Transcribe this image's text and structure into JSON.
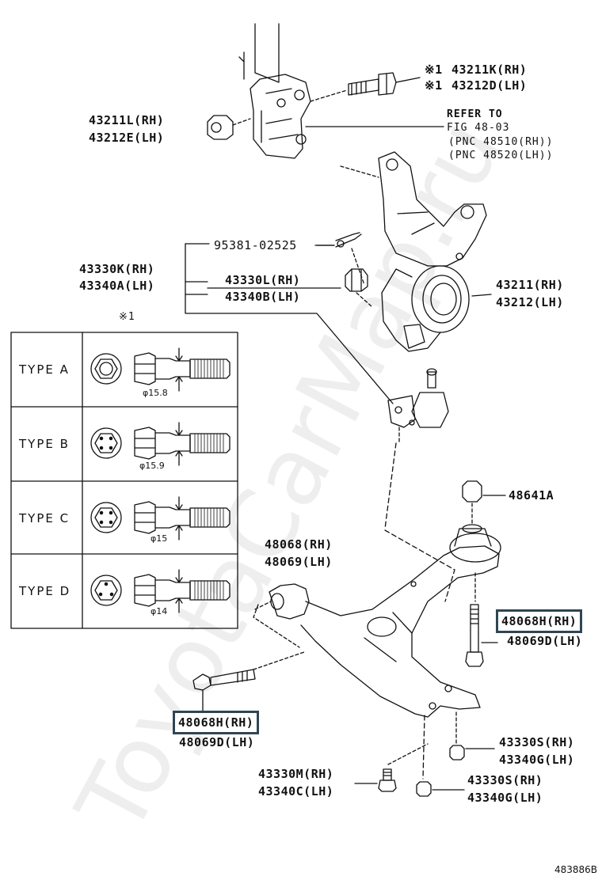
{
  "labels": {
    "nut_43211L": [
      "43211L(RH)",
      "43212E(LH)"
    ],
    "bolt_43211K": [
      "43211K(RH)",
      "43212D(LH)"
    ],
    "bolt_mark": "※1",
    "refer": [
      "REFER TO",
      "FIG 48-03",
      "(PNC 48510(RH))",
      "(PNC 48520(LH))"
    ],
    "cotter_pin": "95381-02525",
    "joint_assy": [
      "43330K(RH)",
      "43340A(LH)"
    ],
    "joint_nut": [
      "43330L(RH)",
      "43340B(LH)"
    ],
    "knuckle": [
      "43211(RH)",
      "43212(LH)"
    ],
    "nut_48641A": "48641A",
    "arm": [
      "48068(RH)",
      "48069(LH)"
    ],
    "bolt_rear": [
      "48068H(RH)",
      "48069D(LH)"
    ],
    "bolt_front": [
      "48068H(RH)",
      "48069D(LH)"
    ],
    "nut_43330S_upper": [
      "43330S(RH)",
      "43340G(LH)"
    ],
    "nut_43330S_lower": [
      "43330S(RH)",
      "43340G(LH)"
    ],
    "bolt_43330M": [
      "43330M(RH)",
      "43340C(LH)"
    ]
  },
  "type_table": {
    "header": "※1",
    "rows": [
      {
        "type": "TYPE A",
        "dim": "φ15.8"
      },
      {
        "type": "TYPE B",
        "dim": "φ15.9"
      },
      {
        "type": "TYPE C",
        "dim": "φ15"
      },
      {
        "type": "TYPE D",
        "dim": "φ14"
      }
    ]
  },
  "watermark": "ToyotaCarMap.ru",
  "figure_number": "483886B"
}
